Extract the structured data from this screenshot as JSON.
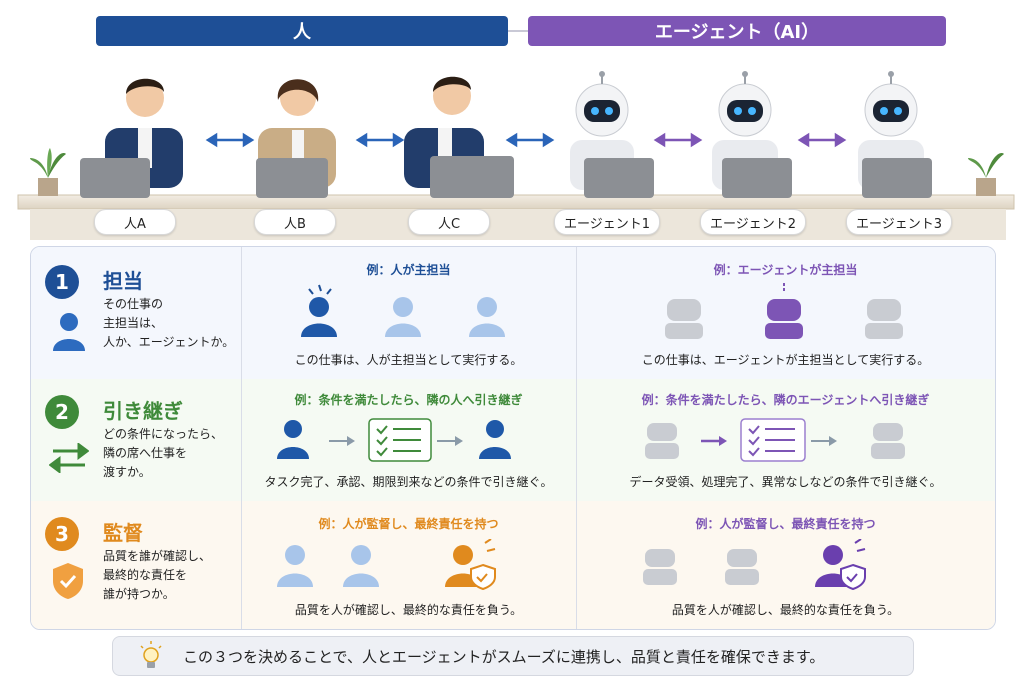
{
  "header": {
    "human": "人",
    "agent": "エージェント（AI）"
  },
  "names": [
    "人A",
    "人B",
    "人C",
    "エージェント1",
    "エージェント2",
    "エージェント3"
  ],
  "rows": [
    {
      "num": "1",
      "title": "担当",
      "desc": "その仕事の\n主担当は、\n人か、エージェントか。",
      "human_example": "例：人が主担当",
      "human_caption": "この仕事は、人が主担当として実行する。",
      "agent_example": "例：エージェントが主担当",
      "agent_caption": "この仕事は、エージェントが主担当として実行する。"
    },
    {
      "num": "2",
      "title": "引き継ぎ",
      "desc": "どの条件になったら、\n隣の席へ仕事を\n渡すか。",
      "human_example": "例：条件を満たしたら、隣の人へ引き継ぎ",
      "human_caption": "タスク完了、承認、期限到来などの条件で引き継ぐ。",
      "agent_example": "例：条件を満たしたら、隣のエージェントへ引き継ぎ",
      "agent_caption": "データ受領、処理完了、異常なしなどの条件で引き継ぐ。"
    },
    {
      "num": "3",
      "title": "監督",
      "desc": "品質を誰が確認し、\n最終的な責任を\n誰が持つか。",
      "human_example": "例：人が監督し、最終責任を持つ",
      "human_caption": "品質を人が確認し、最終的な責任を負う。",
      "agent_example": "例：人が監督し、最終責任を持つ",
      "agent_caption": "品質を人が確認し、最終的な責任を負う。"
    }
  ],
  "footer": "この３つを決めることで、人とエージェントがスムーズに連携し、品質と責任を確保できます。",
  "colors": {
    "human": "#1e4f96",
    "agent": "#7d55b5",
    "row1": "#1e4f96",
    "row2": "#3f8a3a",
    "row3": "#e08a1e"
  }
}
